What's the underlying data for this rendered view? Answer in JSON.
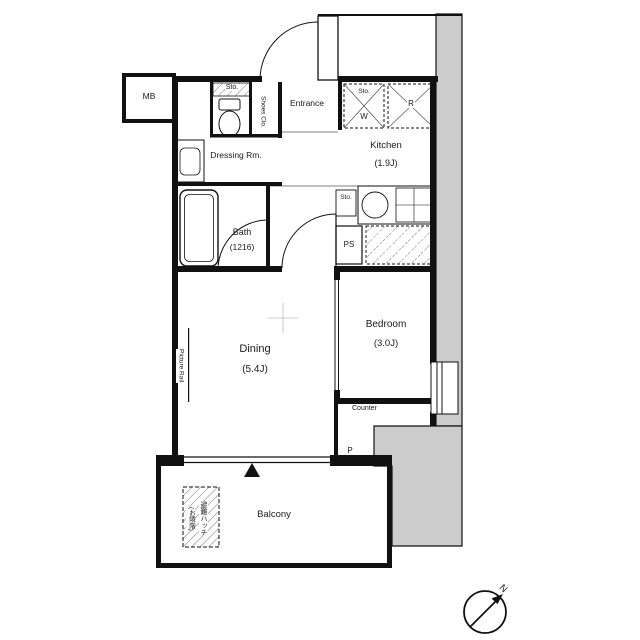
{
  "meta": {
    "kind": "apartment-floorplan"
  },
  "colors": {
    "wall": "#111111",
    "neighbor_gray": "#cccccc"
  },
  "rooms": {
    "mb": "MB",
    "storage_toilet": "Sto.",
    "shoes_closet": "Shoes Clo.",
    "entrance": "Entrance",
    "dressing": "Dressing Rm.",
    "kitchen": {
      "name": "Kitchen",
      "size": "(1.9J)"
    },
    "washer_storage": "Sto.",
    "washer": "W",
    "refrigerator": "R",
    "bath": {
      "name": "Bath",
      "size": "(1216)"
    },
    "storage_kitchen": "Sto.",
    "pipe_space": "PS",
    "dining": {
      "name": "Dining",
      "size": "(5.4J)"
    },
    "bedroom": {
      "name": "Bedroom",
      "size": "(3.0J)"
    },
    "picture_rail": "Picture Rail",
    "counter": "Counter",
    "pillar": "P",
    "balcony": "Balcony",
    "evacuation_hatch": {
      "line1": "避難ハッチ",
      "line2": "(お隣階)"
    }
  },
  "compass": {
    "north_label": "N"
  }
}
